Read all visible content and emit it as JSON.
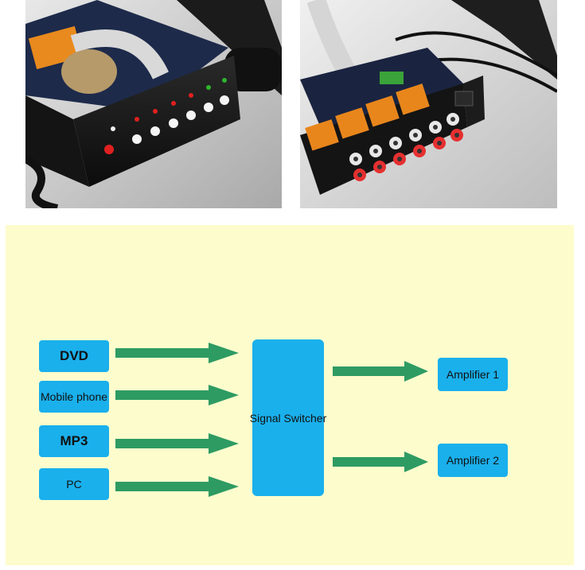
{
  "diagram": {
    "sources": [
      "DVD",
      "Mobile phone",
      "MP3",
      "PC"
    ],
    "switcher": "Signal Switcher",
    "outputs": [
      "Amplifier 1",
      "Amplifier 2"
    ]
  },
  "colors": {
    "panel_background": "#fdfccd",
    "node_fill": "#1ab0ec",
    "arrow": "#2e9b63"
  }
}
